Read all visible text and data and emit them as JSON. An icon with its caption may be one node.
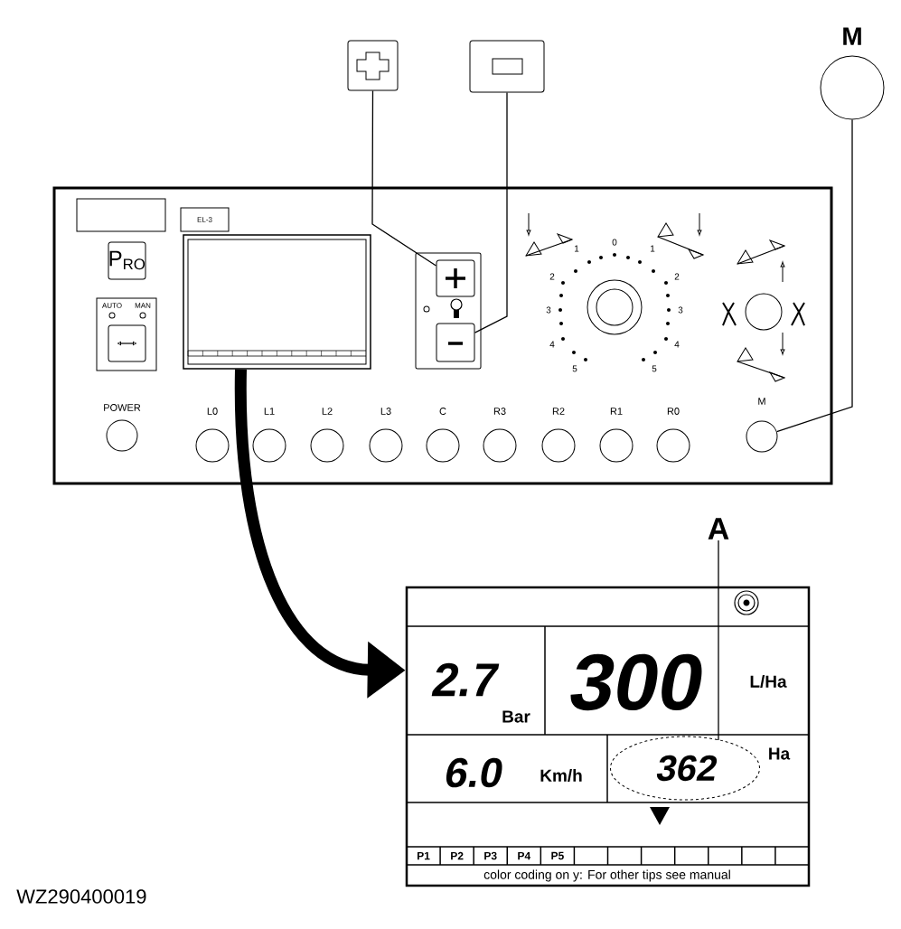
{
  "diagram": {
    "nodes": [
      {
        "text": [],
        "shape": "box"
      },
      {
        "text": [],
        "shape": "box"
      },
      {
        "text": [
          "M"
        ]
      },
      {
        "text": [],
        "shape": "box"
      },
      {
        "text": [],
        "shape": "box",
        "in": 3
      },
      {
        "text": [],
        "shape": "box",
        "in": 3
      },
      {
        "text": [],
        "shape": "box",
        "in": 3
      },
      {
        "text": [
          "M"
        ],
        "in": 3
      },
      {
        "text": [
          "A"
        ]
      },
      {
        "text": [
          "2.7",
          "Bar",
          "300",
          "L/Ha",
          "6.0",
          "Km/h",
          "Ha",
          "P1",
          "P2",
          "P3",
          "P4",
          "P5",
          "color coding on y: For other tips see manual"
        ]
      },
      {
        "text": [
          "362"
        ],
        "in": 9
      },
      {
        "text": [
          "POWER"
        ],
        "in": 3
      },
      {
        "text": [
          "L0"
        ],
        "in": 3
      },
      {
        "text": [
          "L1"
        ],
        "in": 3
      },
      {
        "text": [
          "L2"
        ],
        "in": 3
      },
      {
        "text": [
          "L3"
        ],
        "in": 3
      },
      {
        "text": [
          "C"
        ],
        "in": 3
      },
      {
        "text": [
          "R3"
        ],
        "in": 3
      },
      {
        "text": [
          "R2"
        ],
        "in": 3
      },
      {
        "text": [
          "R1"
        ],
        "in": 3
      },
      {
        "text": [
          "R0"
        ],
        "in": 3
      },
      {
        "text": [],
        "shape": "circle",
        "in": 3
      },
      {
        "text": [],
        "shape": "circle",
        "in": 3
      }
    ],
    "edges": [
      {
        "from": 0,
        "to": 5,
        "arrow": "none"
      },
      {
        "from": 1,
        "to": 6,
        "arrow": "none"
      },
      {
        "from": 2,
        "to": 7,
        "arrow": "none"
      },
      {
        "from": 4,
        "to": 9,
        "arrow": "to",
        "style": "thick"
      },
      {
        "from": 8,
        "to": 10,
        "arrow": "none"
      }
    ],
    "labels": [
      "EL-3",
      "P$_{RO}$",
      "AUTO",
      "MAN",
      "0",
      "1",
      "1",
      "2",
      "2",
      "3",
      "3",
      "4",
      "4",
      "5",
      "5",
      "WZ290400019"
    ]
  }
}
